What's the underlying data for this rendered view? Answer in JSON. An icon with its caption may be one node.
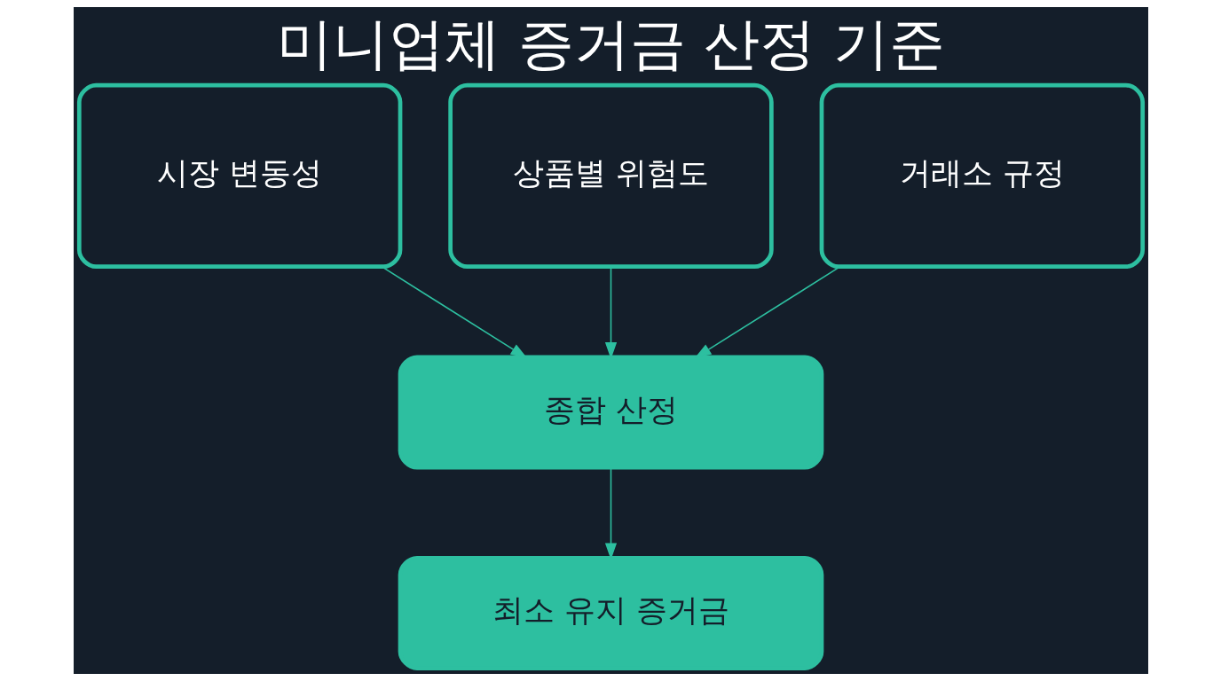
{
  "diagram": {
    "title": "미니업체 증거금 산정 기준",
    "nodes": [
      {
        "text": [
          "시장 변동성"
        ]
      },
      {
        "text": [
          "상품별 위험도"
        ]
      },
      {
        "text": [
          "거래소 규정"
        ]
      },
      {
        "text": [
          "종합 산정"
        ]
      },
      {
        "text": [
          "최소 유지 증거금"
        ]
      }
    ],
    "edges": [
      {
        "from": 0,
        "to": 3,
        "arrow": "to"
      },
      {
        "from": 1,
        "to": 3,
        "arrow": "to"
      },
      {
        "from": 2,
        "to": 3,
        "arrow": "to"
      },
      {
        "from": 3,
        "to": 4,
        "arrow": "to"
      }
    ]
  }
}
